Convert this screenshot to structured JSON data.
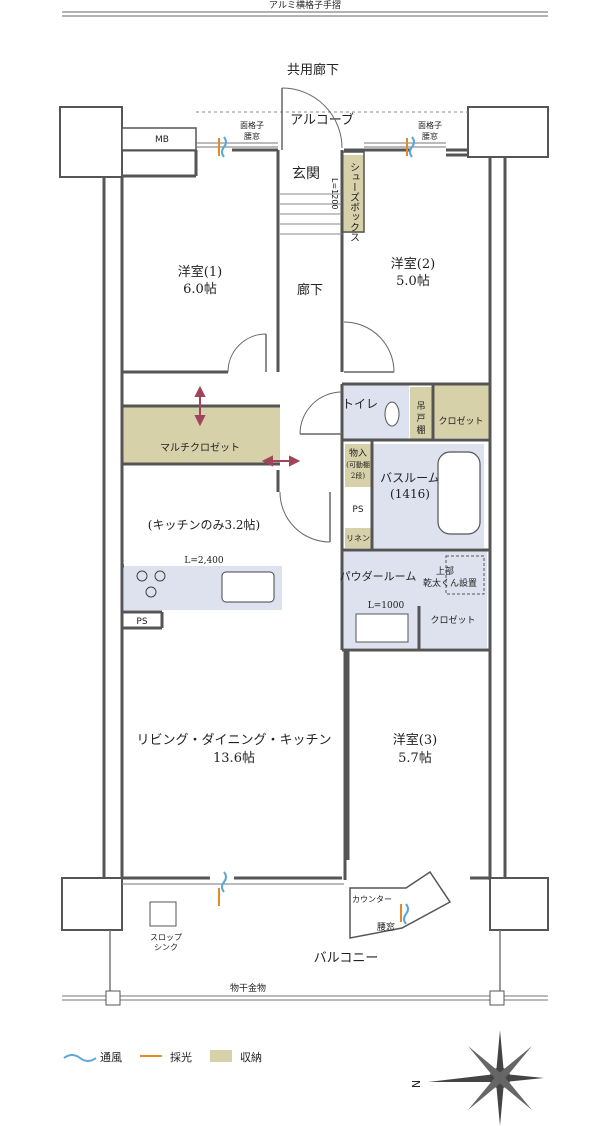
{
  "top_rail": "アルミ横格子手摺",
  "common_corridor": "共用廊下",
  "alcove": "アルコーブ",
  "mb": "MB",
  "window_left": [
    "面格子",
    "腰窓"
  ],
  "window_right": [
    "面格子",
    "腰窓"
  ],
  "genkan": "玄関",
  "shoe_box": "シューズボックス",
  "l1200": "L=1200",
  "room1": {
    "name": "洋室(1)",
    "size": "6.0帖"
  },
  "room2": {
    "name": "洋室(2)",
    "size": "5.0帖"
  },
  "room3": {
    "name": "洋室(3)",
    "size": "5.7帖"
  },
  "hallway": "廊下",
  "toilet": "トイレ",
  "upper_shelf": [
    "吊",
    "戸",
    "棚"
  ],
  "closet": "クロゼット",
  "multi_closet": "マルチクロゼット",
  "storage": [
    "物入",
    "(可動棚",
    "2段)"
  ],
  "bath": {
    "name": "バスルーム",
    "size": "(1416)"
  },
  "ps": "PS",
  "linen": "リネン",
  "kitchen_note": "(キッチンのみ3.2帖)",
  "l2400": "L=2,400",
  "powder": "パウダールーム",
  "dryer": [
    "上部",
    "乾太くん設置"
  ],
  "l1000": "L=1000",
  "ldk": {
    "name": "リビング・ダイニング・キッチン",
    "size": "13.6帖"
  },
  "counter": "カウンター",
  "koshimado": "腰窓",
  "slop_sink": [
    "スロップ",
    "シンク"
  ],
  "balcony": "バルコニー",
  "laundry_pole": "物干金物",
  "legend": {
    "ventilation": "通風",
    "daylight": "採光",
    "storage": "収納"
  },
  "compass_n": "N",
  "colors": {
    "storage_fill": "#d7d1a9",
    "wet_fill": "#dde2ee",
    "wall": "#555555",
    "vent": "#5aa7d4",
    "light": "#e58a2a"
  }
}
